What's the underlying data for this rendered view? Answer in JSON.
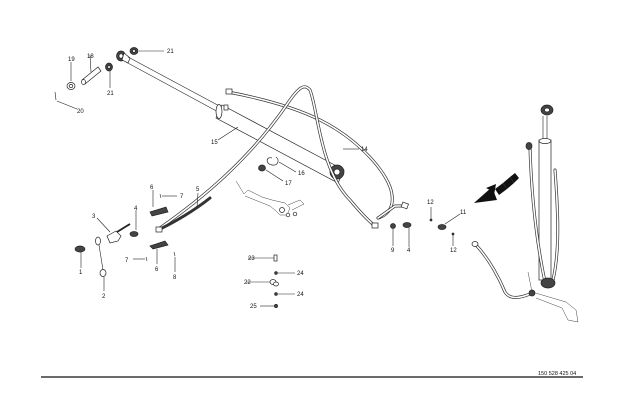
{
  "diagram": {
    "type": "exploded-parts-view",
    "reference_number": "150 528 425 04",
    "callouts": [
      {
        "id": "c21a",
        "label": "21"
      },
      {
        "id": "c19",
        "label": "19"
      },
      {
        "id": "c18",
        "label": "18"
      },
      {
        "id": "c21b",
        "label": "21"
      },
      {
        "id": "c20",
        "label": "20"
      },
      {
        "id": "c15",
        "label": "15"
      },
      {
        "id": "c14",
        "label": "14"
      },
      {
        "id": "c16",
        "label": "16"
      },
      {
        "id": "c17",
        "label": "17"
      },
      {
        "id": "c6a",
        "label": "6"
      },
      {
        "id": "c7a",
        "label": "7"
      },
      {
        "id": "c5",
        "label": "5"
      },
      {
        "id": "c3",
        "label": "3"
      },
      {
        "id": "c4a",
        "label": "4"
      },
      {
        "id": "c1",
        "label": "1"
      },
      {
        "id": "c2",
        "label": "2"
      },
      {
        "id": "c7b",
        "label": "7"
      },
      {
        "id": "c6b",
        "label": "6"
      },
      {
        "id": "c8",
        "label": "8"
      },
      {
        "id": "c23",
        "label": "23"
      },
      {
        "id": "c24a",
        "label": "24"
      },
      {
        "id": "c22",
        "label": "22"
      },
      {
        "id": "c24b",
        "label": "24"
      },
      {
        "id": "c25",
        "label": "25"
      },
      {
        "id": "c9",
        "label": "9"
      },
      {
        "id": "c4b",
        "label": "4"
      },
      {
        "id": "c12a",
        "label": "12"
      },
      {
        "id": "c11",
        "label": "11"
      },
      {
        "id": "c12b",
        "label": "12"
      }
    ]
  }
}
